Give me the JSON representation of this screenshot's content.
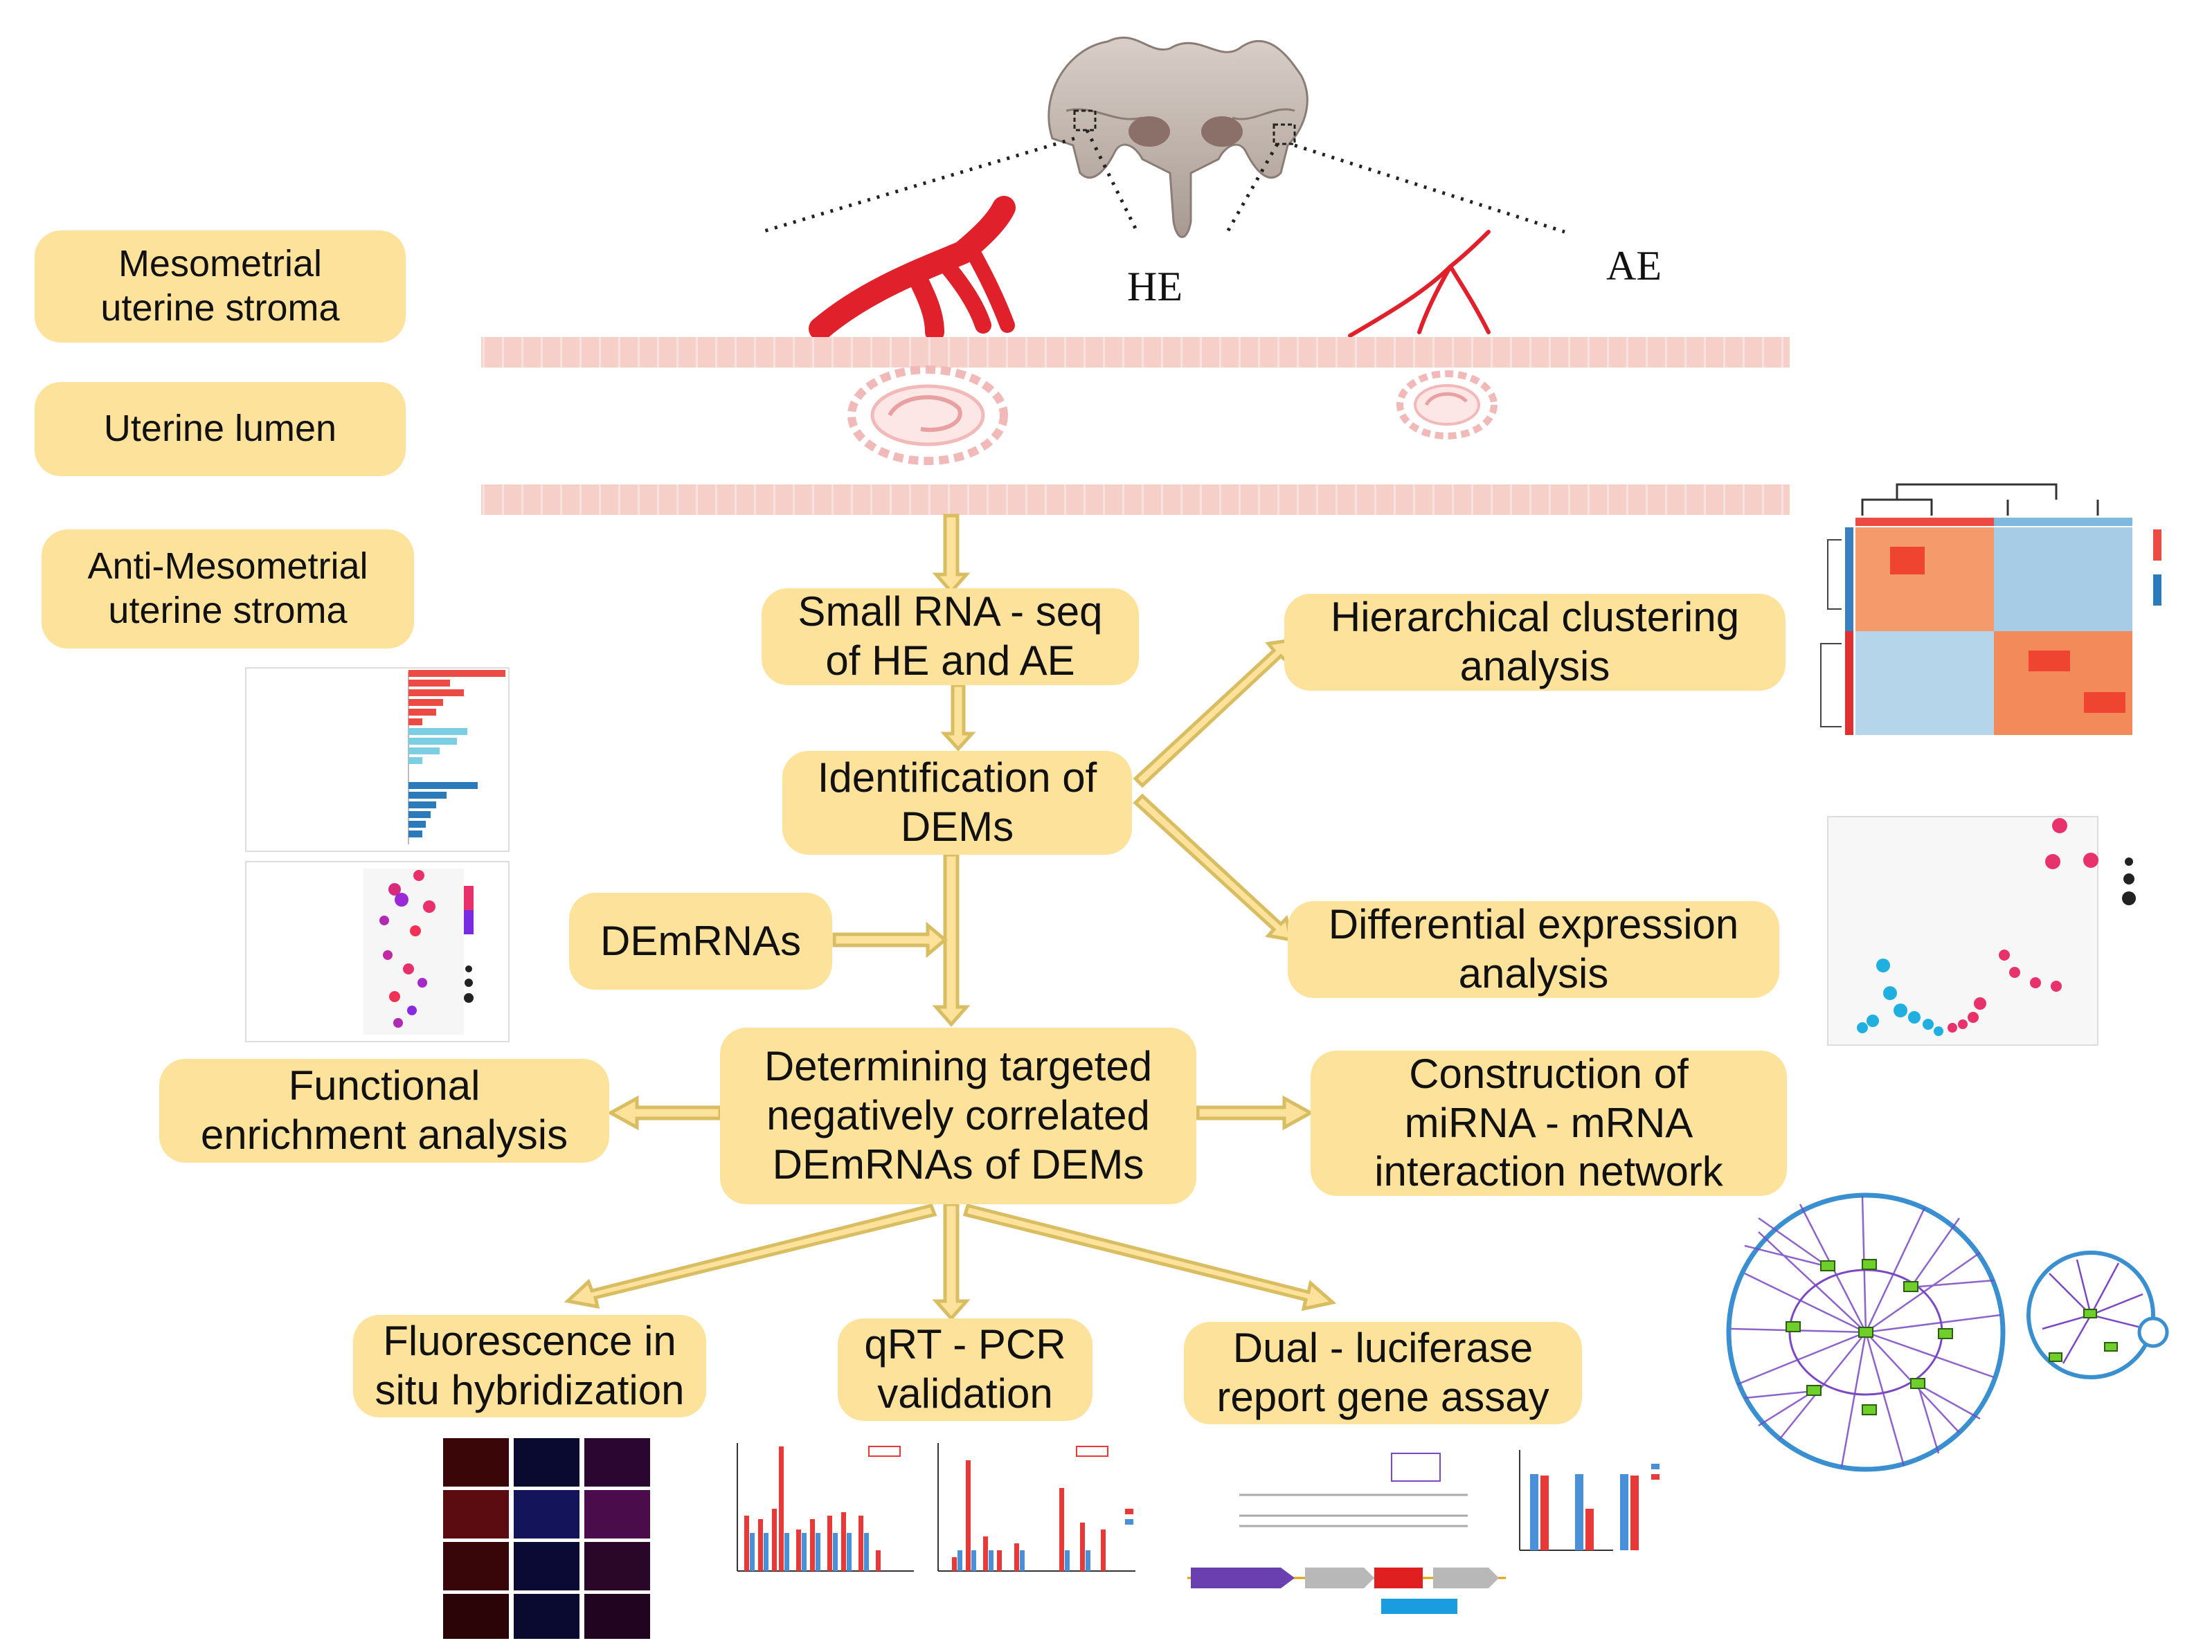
{
  "figure": {
    "left_labels": {
      "mesometrial": "Mesometrial\nuterine stroma",
      "lumen": "Uterine lumen",
      "anti_mesometrial": "Anti-Mesometrial\nuterine stroma"
    },
    "site_labels": {
      "he": "HE",
      "ae": "AE"
    },
    "steps": {
      "small_rna_seq": "Small RNA - seq\nof HE and AE",
      "identification": "Identification of\nDEMs",
      "demrnas": "DEmRNAs",
      "determining": "Determining targeted\nnegatively correlated\nDEmRNAs of DEMs",
      "hierarchical": "Hierarchical clustering\nanalysis",
      "differential": "Differential expression\nanalysis",
      "functional": "Functional\nenrichment analysis",
      "network": "Construction of\nmiRNA - mRNA\ninteraction network",
      "fish": "Fluorescence  in\nsitu hybridization",
      "qrtpcr": "qRT - PCR\nvalidation",
      "luciferase": "Dual - luciferase\nreport gene assay"
    },
    "colors": {
      "box_fill": "#fce29a",
      "arrow": "#e6cd7a",
      "vessel_red": "#e0202a",
      "membrane": "#f3c6c0",
      "embryo": "#f2b9b9",
      "heatmap_high": "#ee4430",
      "heatmap_low": "#7fb9dd",
      "volcano_down": "#1fb0e0",
      "volcano_up": "#e8326b",
      "network_purple": "#7a48c4",
      "network_node": "#6fcf2a"
    },
    "icons": {
      "uterus": "uterus-illustration",
      "vessels": "blood-vessel-icon",
      "embryo": "embryo-icon"
    }
  }
}
